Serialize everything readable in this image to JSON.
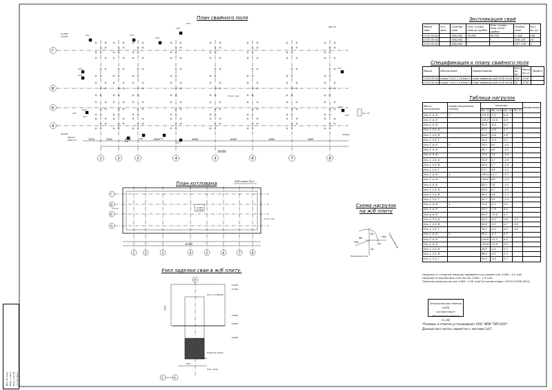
{
  "titles": {
    "pile_plan": "План свайного поля",
    "pit_plan": "План котлована",
    "pile_detail": "Узел заделки сваи в ж/б плиту.",
    "load_scheme": "Схема нагрузок на ж/б плиту",
    "explication": "Экспликация свай",
    "specification": "Спецификация к плану свайного поля",
    "loads_table": "Таблица нагрузок"
  },
  "plan_axes": {
    "numbers": [
      "1",
      "2",
      "3",
      "4",
      "5",
      "6",
      "7",
      "8"
    ],
    "letters": [
      "А",
      "Б",
      "В",
      "Г"
    ],
    "total_length": "39200",
    "spans": [
      "3200",
      "3000",
      "6000",
      "6000",
      "6000",
      "6000",
      "6000",
      "3000"
    ]
  },
  "pit_axes": {
    "numbers": [
      "1",
      "2",
      "3",
      "4",
      "5",
      "6",
      "7",
      "8"
    ],
    "letters": [
      "А",
      "Б",
      "В",
      "Г"
    ],
    "total_length": "38700",
    "plate_label": "Ж/б плита Пм-1"
  },
  "detail": {
    "axis": "А",
    "axis_b": "5",
    "axis_c": "6",
    "marks": [
      "-0.000",
      "-0.350",
      "-0.800",
      "-0.850",
      "-0.900"
    ],
    "dims": [
      "500",
      "300",
      "1050",
      "1200",
      "600",
      "600"
    ],
    "pile_label": "Свая",
    "note1": "Пл-1, h=300мм",
    "note2": "Отметка среза",
    "ground": "Отм. низа"
  },
  "explication": {
    "headers": [
      "Марка сваи",
      "Усл. обоз.",
      "Сечение сваи",
      "Отм. головы сваи до срубки",
      "Отм. головы сваи после срубки",
      "Номера свай",
      "Кол-во, шт"
    ],
    "rows": [
      [
        "С120.35-9у",
        "",
        "300x300",
        "29.850",
        "28.350",
        "1-108",
        "108"
      ],
      [
        "С120.30-9у",
        "",
        "300x300",
        "\"",
        "\"",
        "109-128",
        "19"
      ],
      [
        "С120.35-9у",
        "",
        "300x300",
        "\"",
        "\"",
        "127, 128",
        "2"
      ]
    ]
  },
  "specification": {
    "headers": [
      "Марка",
      "Обозначение",
      "Наименование",
      "Кол-во, шт",
      "Масса ед.,кг",
      "Примеч."
    ],
    "rows": [
      [
        "С120.35-9у",
        "Серия 1.011.1-10 Вып.1",
        "Свая забивная ж/б С120.35-9у",
        "108",
        "2730",
        ""
      ],
      [
        "С120.30-9у",
        "Серия 1.011.1-10 Вып.1",
        "Свая забивная ж/б С120.30-9у",
        "20",
        "2730",
        ""
      ]
    ]
  },
  "loads_table": {
    "headers": [
      "Место нагружения",
      "Номер загружения (схема)",
      "Nz, тс",
      "Mx, тс·м",
      "Qy, тс",
      "Qx, тс",
      "Примечание"
    ],
    "group_header": "Нагрузка",
    "rows": [
      [
        "Ось 2, А, В",
        "1",
        "131.9",
        "-3.2",
        "0.8",
        "-"
      ],
      [
        "Ось 3, А, В",
        "",
        "135.2",
        "-11.0",
        "4.8",
        "-"
      ],
      [
        "Ось 4, А, В",
        "",
        "90.8",
        "-6.8",
        "4.0",
        "-"
      ],
      [
        "Ось 1, 2-5, А",
        "",
        "57.1",
        "-3.6",
        "1.7",
        "-"
      ],
      [
        "Ось 1, 2-5, В",
        "",
        "64.6",
        "-4.6",
        "1.8",
        "-"
      ],
      [
        "Ось 1, 2-5, Г",
        "",
        "44.4",
        "-3.3",
        "2.2",
        "-"
      ],
      [
        "Ось 2, А, В",
        "2",
        "76.5",
        "8.8",
        "-4.3",
        "-"
      ],
      [
        "Ось 3, А, В",
        "",
        "86.7",
        "9.6",
        "-2.2",
        "-"
      ],
      [
        "Ось 4, А, В",
        "",
        "72.6",
        "7.6",
        "-2.0",
        "-"
      ],
      [
        "Ось 1, 2-5, А",
        "",
        "35.8",
        "4.7",
        "-1.8",
        "-"
      ],
      [
        "Ось 1, 2-5, В",
        "",
        "42.8",
        "5.7",
        "-2.0",
        "-"
      ],
      [
        "Ось 1, 2-5, Г",
        "",
        "37.1",
        "3.6",
        "-1.2",
        "-"
      ],
      [
        "Ось 2, А, В",
        "3",
        "109.4",
        "11.7",
        "-5.7",
        "-"
      ],
      [
        "Ось 3, А, В",
        "",
        "129.2",
        "9.8",
        "-1.5",
        "-"
      ],
      [
        "Ось 4, А, В",
        "",
        "85.0",
        "7.6",
        "-2.3",
        "-"
      ],
      [
        "Ось 1, 2-5, А",
        "",
        "50.6",
        "5.7",
        "-2.2",
        "-"
      ],
      [
        "Ось 1, 2-5, В",
        "",
        "60.4",
        "4.6",
        "-1.7",
        "-"
      ],
      [
        "Ось 1, 2-5, Г",
        "",
        "44.7",
        "3.9",
        "-1.3",
        "-"
      ],
      [
        "Ось 2, А, В",
        "4",
        "72.8",
        "-2.1",
        "2.2",
        "-"
      ],
      [
        "Ось 3, А, В",
        "",
        "93.0",
        "-7.6",
        "3.0",
        "-"
      ],
      [
        "Ось 4, А, В",
        "",
        "85.6",
        "-11.0",
        "5.1",
        "-"
      ],
      [
        "Ось 1, 2-5, А",
        "",
        "34.3",
        "-4.2",
        "1.6",
        "-0.1"
      ],
      [
        "Ось 1, 2-5, В",
        "",
        "50.8",
        "-3.2",
        "0.7",
        "-0.2"
      ],
      [
        "Ось 1, 2-5, Г",
        "",
        "39.1",
        "-4.1",
        "0.5",
        "-0.1"
      ],
      [
        "Ось 2, А, В",
        "5",
        "99.1",
        "-5.3",
        "0.7",
        "-"
      ],
      [
        "Ось 3, А, В",
        "",
        "134.6",
        "-11.1",
        "5.0",
        "-"
      ],
      [
        "Ось 4, А, В",
        "",
        "130.8",
        "-11.0",
        "5.0",
        "-"
      ],
      [
        "Ось 1, 2-5, А",
        "",
        "49.8",
        "-4.4",
        "1.7",
        "-"
      ],
      [
        "Ось 1, 2-5, В",
        "",
        "66.8",
        "-4.2",
        "1.3",
        "-"
      ],
      [
        "Ось 1, 2-5, Г",
        "",
        "52.5",
        "-5.8",
        "2.7",
        "-"
      ]
    ]
  },
  "load_notes": [
    "Нагрузки от отпорной нагрузки передаются на уровне отм. 0.000 - 3.4 тс/м",
    "Нагрузки от внутренних стен на отм. 0.000 - 1.9 тс/м",
    "Полезная нагрузка на отм. 0.000 - 0.38 тс/м² (в соответствии с СП 20.13330.2011)"
  ],
  "stamp_box": [
    "Относительная отметка 0.000",
    "соответствует",
    "абсолютной отметке 21.200"
  ],
  "bottom_notes": [
    "*Размеры и отметки устанавливают ООО \"ИПИ \"ГИП-ООО\"",
    "Данный лист читать совместно с листами 3,4,5"
  ],
  "plan_marks": [
    "12,000",
    "16,250",
    "16,200",
    "-462,10",
    "-1087,16",
    "16,200",
    "-462,70"
  ],
  "pile_numbers": [
    "112",
    "114",
    "116",
    "118",
    "120",
    "122",
    "124",
    "126",
    "128",
    "113",
    "115",
    "117",
    "119",
    "121",
    "123",
    "125",
    "127"
  ],
  "load_scheme_labels": [
    "Nz",
    "Mx",
    "Qy",
    "Qx",
    "+Mx",
    "+Qy",
    "Главный вектор",
    "Продольная ось"
  ],
  "pit_marks": [
    "-2.000",
    "-2.100",
    "21.15"
  ],
  "stamp_labels": [
    "Инв. № подл.",
    "Подп. и дата",
    "Взам. инв. №",
    "Согласовано"
  ]
}
